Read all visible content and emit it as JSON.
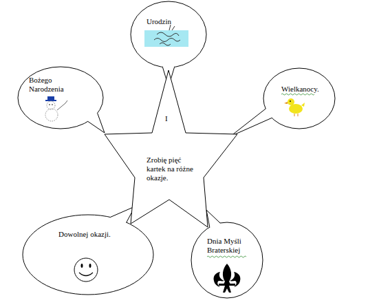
{
  "diagram": {
    "nodes": [
      {
        "text": [
          "Urodzin"
        ]
      },
      {
        "text": [
          "Bożego Narodzenia"
        ]
      },
      {
        "text": [
          "Wielkanocy."
        ]
      },
      {
        "text": [
          "I",
          "Zrobię pięć kartek na różne okazje."
        ]
      },
      {
        "text": [
          "Dowolnej okazji."
        ]
      },
      {
        "text": [
          "Dnia Myśli Braterskiej"
        ]
      }
    ]
  }
}
